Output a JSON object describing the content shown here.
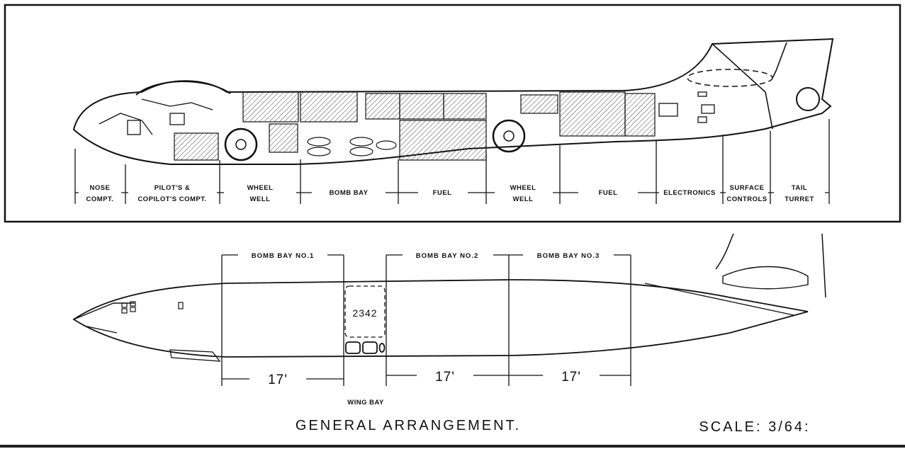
{
  "top_section_labels": [
    {
      "line1": "NOSE",
      "line2": "COMPT."
    },
    {
      "line1": "PILOT'S &",
      "line2": "COPILOT'S COMPT."
    },
    {
      "line1": "WHEEL",
      "line2": "WELL"
    },
    {
      "line1": "BOMB BAY",
      "line2": ""
    },
    {
      "line1": "FUEL",
      "line2": ""
    },
    {
      "line1": "WHEEL",
      "line2": "WELL"
    },
    {
      "line1": "FUEL",
      "line2": ""
    },
    {
      "line1": "ELECTRONICS",
      "line2": ""
    },
    {
      "line1": "SURFACE",
      "line2": "CONTROLS"
    },
    {
      "line1": "TAIL",
      "line2": "TURRET"
    }
  ],
  "bomb_bays": [
    "BOMB BAY NO.1",
    "BOMB BAY NO.2",
    "BOMB BAY NO.3"
  ],
  "bay_lengths": [
    "17'",
    "17'",
    "17'"
  ],
  "wing_bay_label": "WING BAY",
  "fuselage_number": "2342",
  "drawing_title": "GENERAL ARRANGEMENT.",
  "scale_text": "SCALE: 3/64:",
  "colors": {
    "ink": "#111111",
    "hatch": "#444444",
    "paper": "#ffffff"
  }
}
